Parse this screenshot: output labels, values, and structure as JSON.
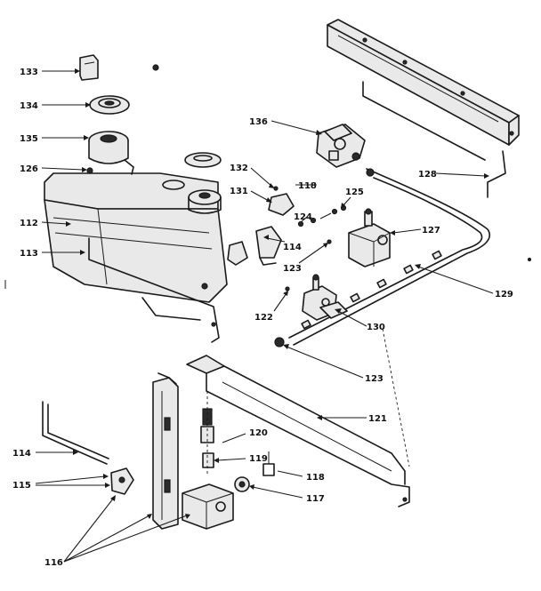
{
  "labels": {
    "l133": "133",
    "l134": "134",
    "l135": "135",
    "l126": "126",
    "l112": "112",
    "l113": "113",
    "l136": "136",
    "l132": "132",
    "l131": "131",
    "l118a": "118",
    "l125": "125",
    "l124": "124",
    "l114a": "114",
    "l123a": "123",
    "l127": "127",
    "l128": "128",
    "l129": "129",
    "l130": "130",
    "l122": "122",
    "l123b": "123",
    "l121": "121",
    "l120": "120",
    "l119": "119",
    "l118b": "118",
    "l117": "117",
    "l114b": "114",
    "l115": "115",
    "l116": "116"
  }
}
